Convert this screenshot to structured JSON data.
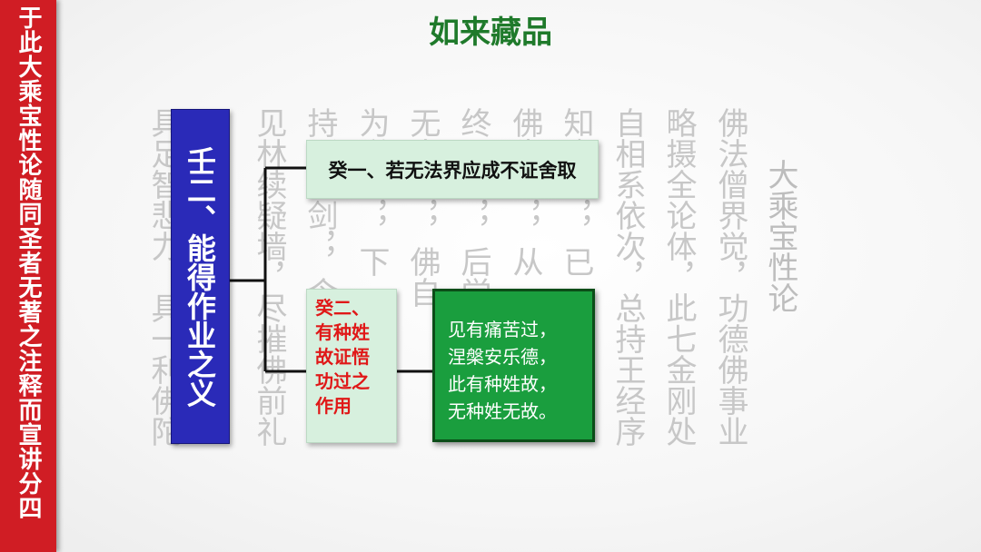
{
  "sidebar": {
    "text": "于此大乘宝性论随同圣者无著之注释而宣讲分四"
  },
  "title": "如来藏品",
  "background_columns": [
    {
      "id": "col-1",
      "text": "具足智悲力，具一利佛陀"
    },
    {
      "id": "col-2",
      "text": "见林续疑墙，尽摧佛前礼"
    },
    {
      "id": "col-3",
      "text": "持所悲剑，，令"
    },
    {
      "id": "col-4",
      "text": "为觉说，，下"
    },
    {
      "id": "col-5",
      "text": "无未寂，，佛自"
    },
    {
      "id": "col-6",
      "text": "终天觉，，后觉"
    },
    {
      "id": "col-7",
      "text": "佛生僧，，从"
    },
    {
      "id": "col-8",
      "text": "知余四，，已"
    },
    {
      "id": "col-9",
      "text": "自相系依次，总持王经序"
    },
    {
      "id": "col-10",
      "text": "略摄全论体，此七金刚处"
    },
    {
      "id": "col-11",
      "text": "佛法僧界觉，功德佛事业"
    },
    {
      "id": "col-12",
      "text": "大乘宝性论"
    }
  ],
  "diagram": {
    "root": "壬二、能得作业之义",
    "branch1": "癸一、若无法界应成不证舍取",
    "branch2": [
      "癸二、",
      "有种姓",
      "故证悟",
      "功过之",
      "作用"
    ],
    "leaf": [
      "见有痛苦过，",
      "涅槃安乐德，",
      "此有种姓故，",
      "无种姓无故。"
    ]
  },
  "colors": {
    "sidebar": "#d01d24",
    "title": "#1f7a2b",
    "root_box": "#2a2ab8",
    "branch_box": "#d7f0de",
    "branch2_text": "#e01818",
    "leaf_box": "#1a9e3e",
    "background_text": "#c7c7c7"
  }
}
